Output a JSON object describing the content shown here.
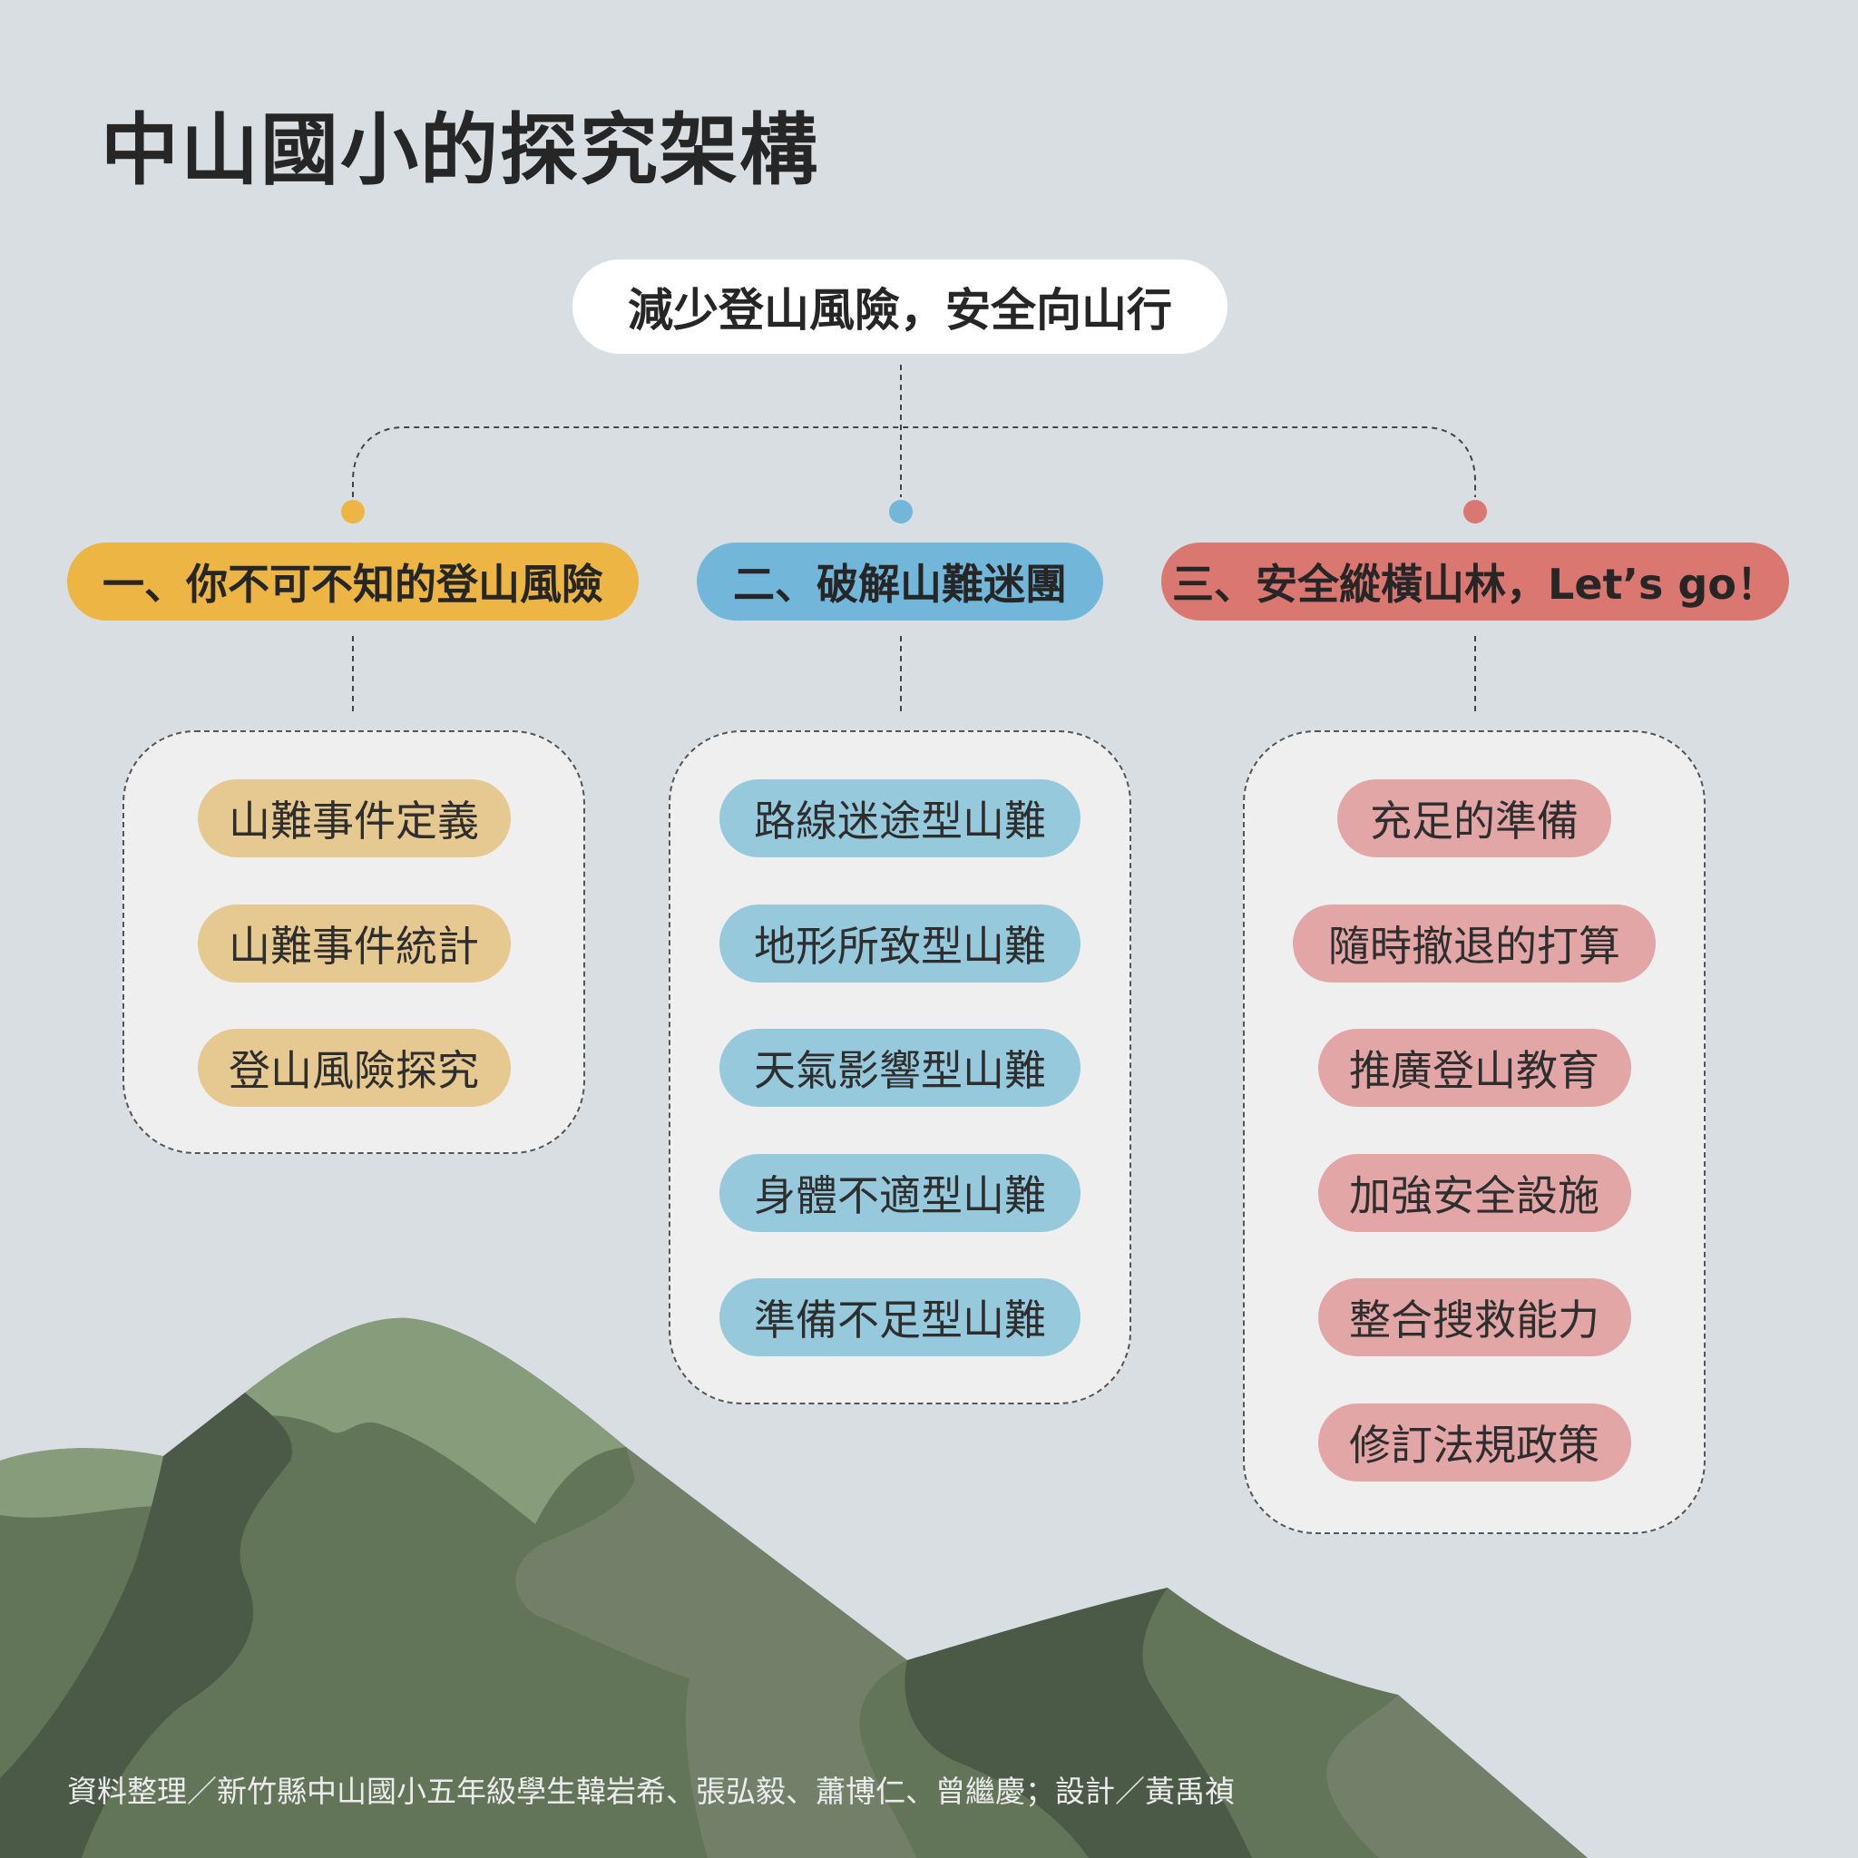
{
  "title": "中山國小的探究架構",
  "root": "減少登山風險，安全向山行",
  "branches": [
    {
      "label": "一、你不可不知的登山風險",
      "color": "#ecb544",
      "item_color": "#e6c891",
      "items": [
        "山難事件定義",
        "山難事件統計",
        "登山風險探究"
      ]
    },
    {
      "label": "二、破解山難迷團",
      "color": "#72b6d9",
      "item_color": "#96c9dc",
      "items": [
        "路線迷途型山難",
        "地形所致型山難",
        "天氣影響型山難",
        "身體不適型山難",
        "準備不足型山難"
      ]
    },
    {
      "label": "三、安全縱橫山林，Let’s go！",
      "color": "#d97770",
      "item_color": "#e2a6a6",
      "items": [
        "充足的準備",
        "隨時撤退的打算",
        "推廣登山教育",
        "加強安全設施",
        "整合搜救能力",
        "修訂法規政策"
      ]
    }
  ],
  "credit": "資料整理／新竹縣中山國小五年級學生韓岩希、張弘毅、蕭博仁、曾繼慶；設計／黃禹禎"
}
